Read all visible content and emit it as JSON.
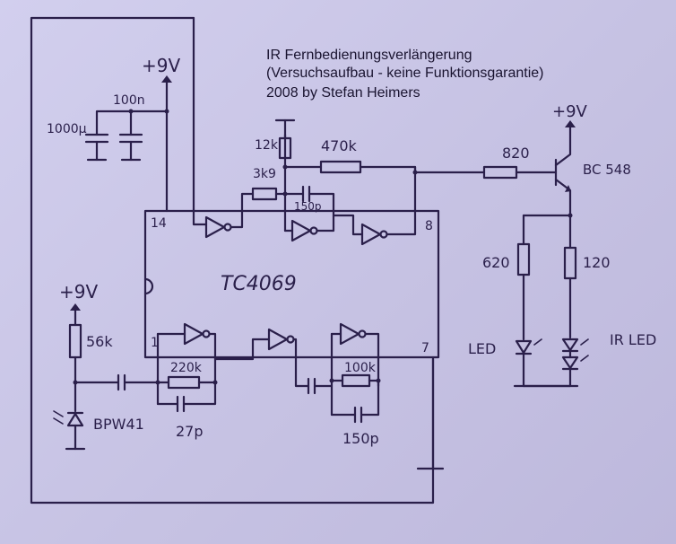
{
  "notes": {
    "line1": "IR Fernbedienungsverlängerung",
    "line2": "(Versuchsaufbau - keine Funktionsgarantie)",
    "line3": "2008 by Stefan Heimers"
  },
  "ic": {
    "name": "TC4069",
    "pin14": "14",
    "pin8": "8",
    "pin1": "1",
    "pin7": "7"
  },
  "labels": {
    "supply_top": "+9V",
    "supply_left": "+9V",
    "supply_right": "+9V",
    "c_1000u": "1000µ",
    "c_100n": "100n",
    "r_12k": "12k",
    "r_3k9": "3k9",
    "r_470k": "470k",
    "c_150p_top": "150p",
    "r_820": "820",
    "transistor": "BC 548",
    "r_620": "620",
    "r_120": "120",
    "led": "LED",
    "ir_led": "IR LED",
    "r_56k": "56k",
    "photodiode": "BPW41",
    "r_220k": "220k",
    "c_27p": "27p",
    "r_100k": "100k",
    "c_150p_bottom": "150p"
  }
}
